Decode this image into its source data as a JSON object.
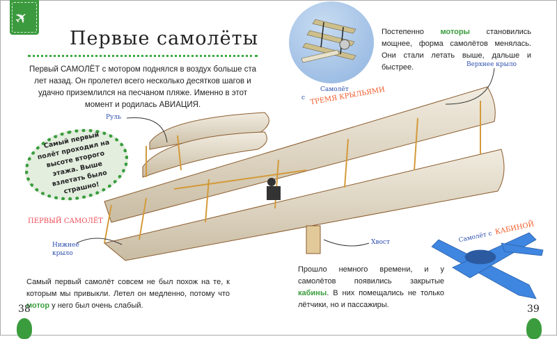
{
  "title": "Первые самолёты",
  "intro": "Первый САМОЛЁТ с мотором поднялся в воздух больше ста лет назад. Он пролетел всего несколько десятков шагов и удачно приземлился на песчаном пляже. Именно в этот момент и родилась АВИАЦИЯ.",
  "right_text": {
    "before": "Постепенно ",
    "highlight": "моторы",
    "after": " становились мощнее, форма самолётов менялась. Они стали летать выше, дальше и быстрее."
  },
  "bubble": "Самый первый полёт проходил на высоте второго этажа. Выше взлетать было страшно!",
  "bottom_left": {
    "before": "Самый первый самолёт совсем не был похож на те, к которым мы привыкли. Летел он медленно, потому что ",
    "highlight": "мотор",
    "after": " у него был очень слабый."
  },
  "bottom_right": {
    "before": "Прошло немного времени, и у самолётов появились закрытые ",
    "highlight": "кабины",
    "after": ". В них помещались не только лётчики, но и пассажиры."
  },
  "labels": {
    "rudder": "Руль",
    "upper_wing": "Верхнее крыло",
    "tail": "Хвост",
    "lower_wing": "Нижнее крыло",
    "first_plane": "Первый самолёт",
    "triplane_a": "Самолёт",
    "triplane_b": "с",
    "triplane_c": "тремя крыльями",
    "cabin_a": "Самолёт с",
    "cabin_b": "кабиной"
  },
  "page_left": "38",
  "page_right": "39",
  "icons": {
    "bookmark": "airplane-icon"
  }
}
